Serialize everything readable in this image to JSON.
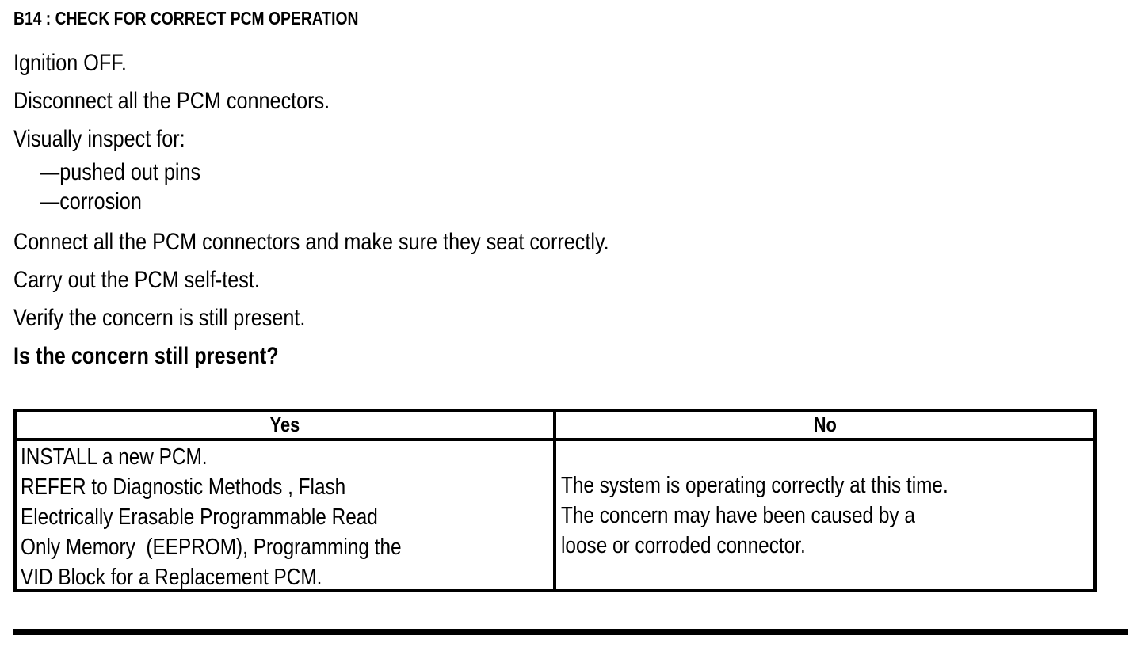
{
  "step": {
    "id": "B14",
    "separator": " : ",
    "title": "CHECK FOR CORRECT PCM OPERATION",
    "full_title": "B14 : CHECK FOR CORRECT PCM OPERATION"
  },
  "instructions": [
    {
      "type": "line",
      "text": "Ignition OFF."
    },
    {
      "type": "line",
      "text": "Disconnect all the PCM connectors."
    },
    {
      "type": "line",
      "text": "Visually inspect for:"
    },
    {
      "type": "dash",
      "text": "—pushed out pins"
    },
    {
      "type": "dash",
      "text": "—corrosion"
    },
    {
      "type": "line",
      "text": "Connect all the PCM connectors and make sure they seat correctly."
    },
    {
      "type": "line",
      "text": "Carry out the PCM self-test."
    },
    {
      "type": "line",
      "text": "Verify the concern is still present."
    }
  ],
  "question": "Is the concern still present?",
  "decision_table": {
    "headers": [
      "Yes",
      "No"
    ],
    "yes_column": {
      "header": "Yes",
      "lines": [
        "INSTALL a new PCM.",
        "REFER to Diagnostic Methods , Flash",
        "Electrically Erasable Programmable Read",
        "Only Memory  (EEPROM), Programming the",
        "VID Block for a Replacement PCM."
      ]
    },
    "no_column": {
      "header": "No",
      "lines": [
        "The system is operating correctly at this time.",
        "The concern may have been caused by a",
        "loose or corroded connector."
      ]
    }
  },
  "colors": {
    "text": "#000000",
    "background": "#ffffff",
    "rule": "#000000"
  }
}
